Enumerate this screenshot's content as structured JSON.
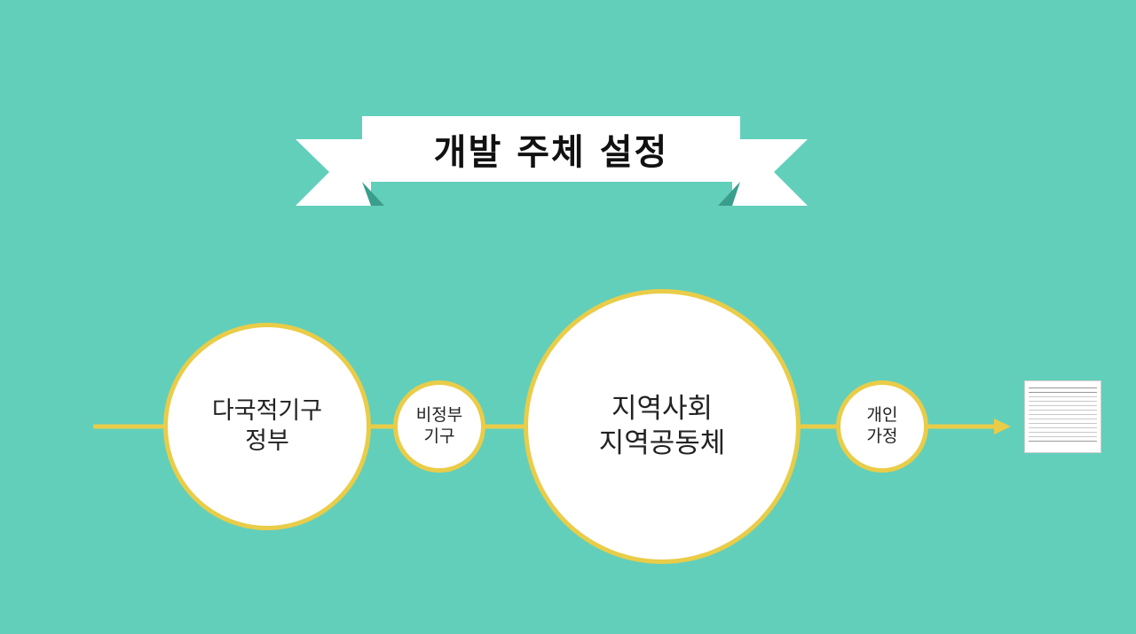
{
  "banner": {
    "title": "개발 주체 설정"
  },
  "colors": {
    "background": "#62cfbb",
    "node_border": "#e9cc48",
    "line": "#e9cc48",
    "node_fill": "#ffffff"
  },
  "nodes": [
    {
      "lines": [
        "다국적기구",
        "정부"
      ]
    },
    {
      "lines": [
        "비정부",
        "기구"
      ]
    },
    {
      "lines": [
        "지역사회",
        "지역공동체"
      ]
    },
    {
      "lines": [
        "개인",
        "가정"
      ]
    }
  ],
  "thumbnail": {
    "description_icon": "table-thumbnail-icon"
  }
}
